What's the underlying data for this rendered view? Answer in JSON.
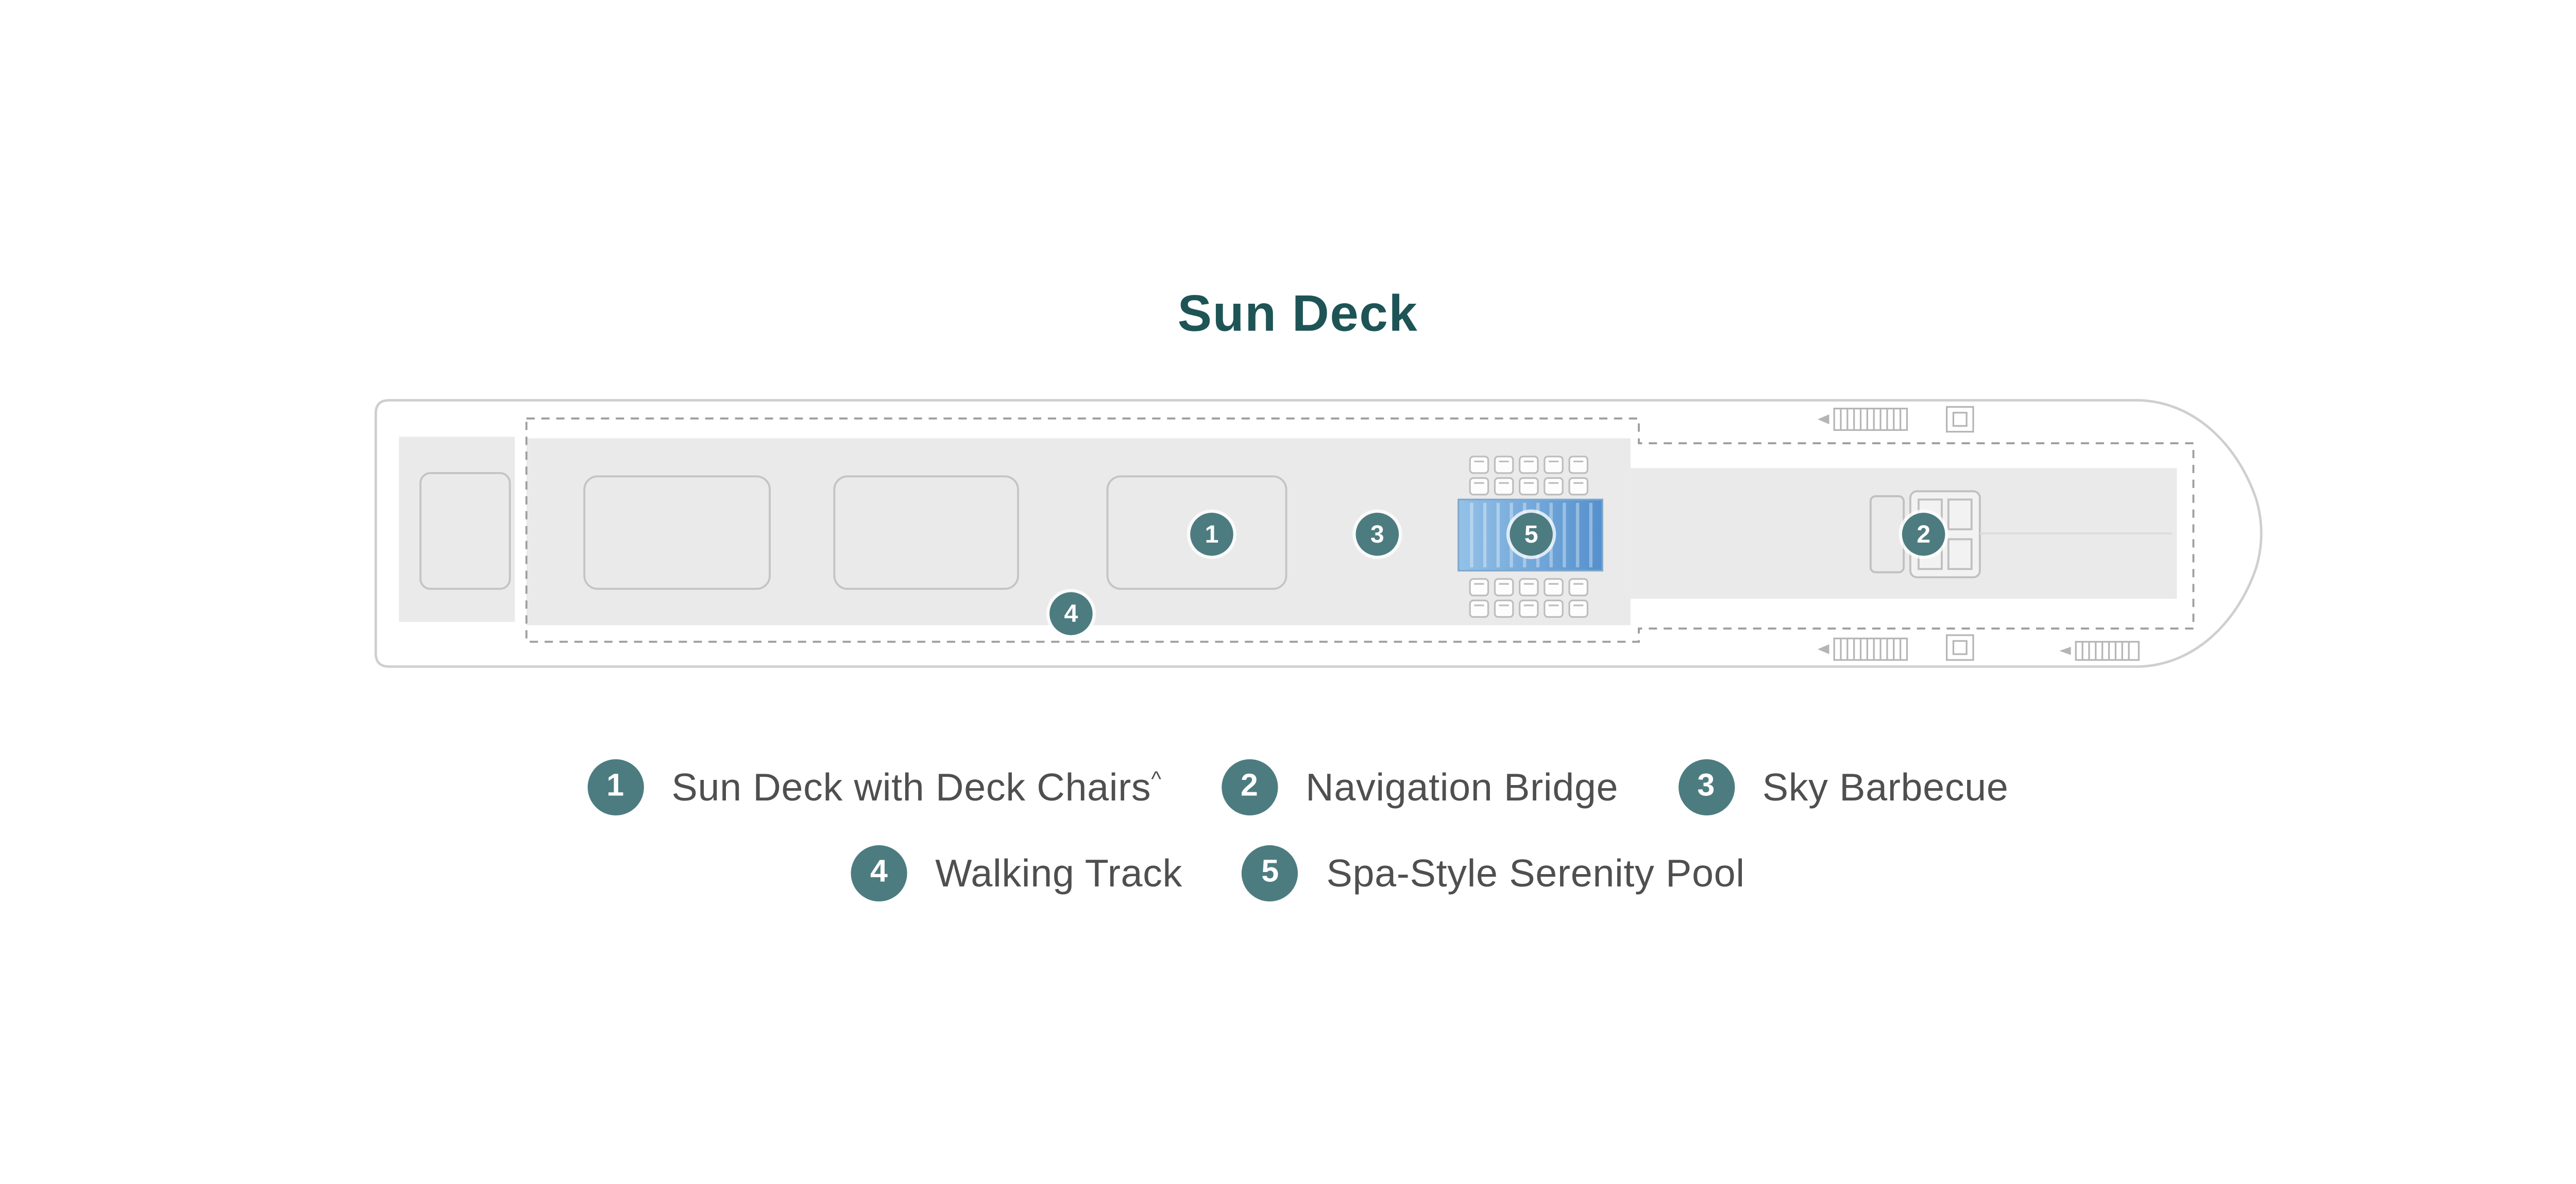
{
  "title": "Sun Deck",
  "colors": {
    "title_teal": "#1e5456",
    "marker_teal": "#4d7c80",
    "legend_text": "#4f4f4f",
    "pool_blue": "#5590cd",
    "deck_gray": "#eaeaea",
    "outline_gray": "#cfcfcf"
  },
  "plan": {
    "markers": {
      "m1": "1",
      "m2": "2",
      "m3": "3",
      "m4": "4",
      "m5": "5"
    }
  },
  "legend": {
    "rows": [
      [
        {
          "number": "1",
          "label": "Sun Deck with Deck Chairs",
          "sup": "^"
        },
        {
          "number": "2",
          "label": "Navigation Bridge"
        },
        {
          "number": "3",
          "label": "Sky Barbecue"
        }
      ],
      [
        {
          "number": "4",
          "label": "Walking Track"
        },
        {
          "number": "5",
          "label": "Spa-Style Serenity Pool"
        }
      ]
    ]
  }
}
